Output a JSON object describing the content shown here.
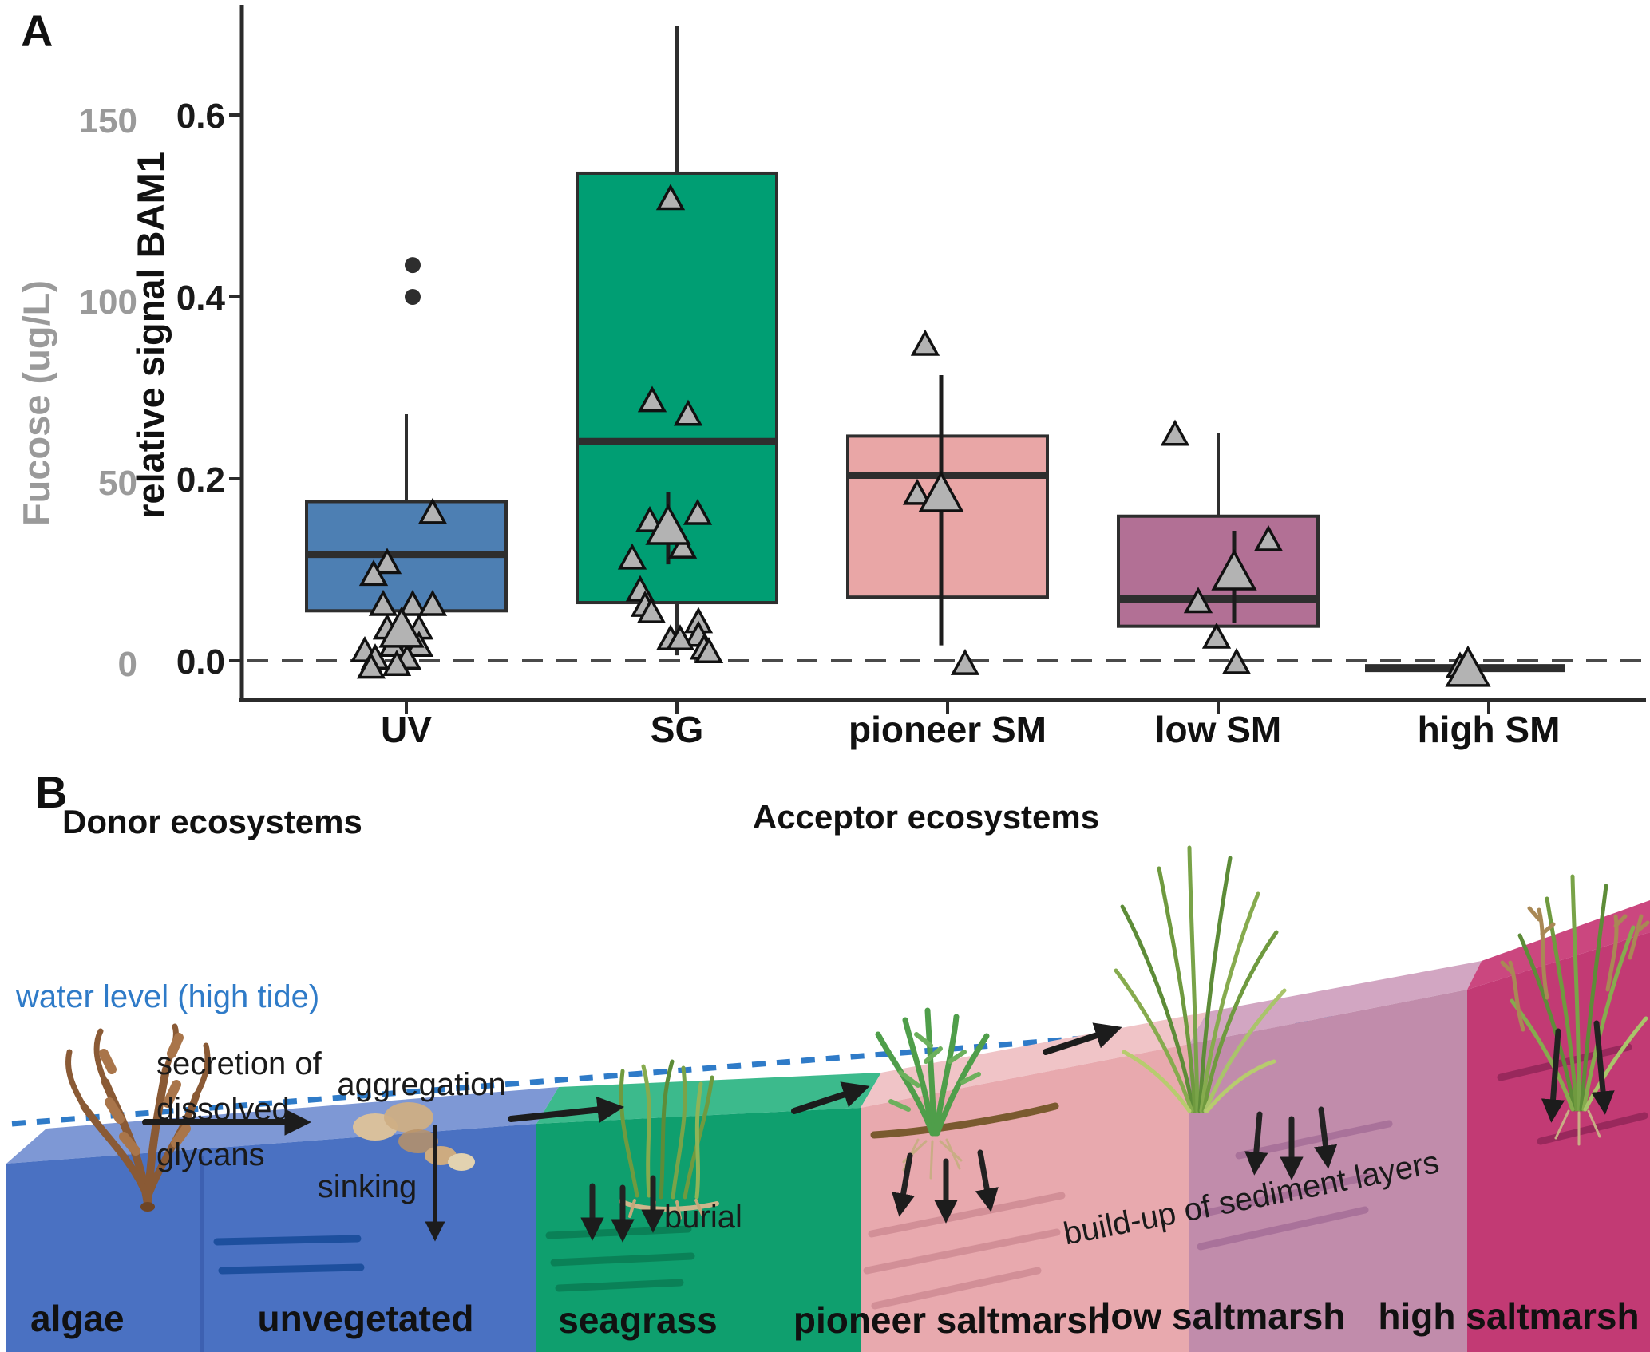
{
  "figure": {
    "panel_a_label": "A",
    "panel_b_label": "B"
  },
  "chart_data": {
    "type": "boxplot",
    "title": "",
    "xlabel": "",
    "ylabel": "relative signal BAM1",
    "ylabel_secondary": "Fucose (ug/L)",
    "ylim": [
      -0.06,
      0.73
    ],
    "yticks": [
      0.0,
      0.2,
      0.4,
      0.6
    ],
    "ytick_labels": [
      "0.6",
      "0.4",
      "0.2",
      "0.0"
    ],
    "yticks_secondary": [
      0,
      50,
      100,
      150
    ],
    "ytick_labels_secondary": [
      "150",
      "100",
      "50",
      "0"
    ],
    "zero_dashed_line": 0.0,
    "grid": false,
    "legend": "none",
    "categories": [
      "UV",
      "SG",
      "pioneer SM",
      "low SM",
      "high SM"
    ],
    "point_color": "#b3b3b3",
    "point_stroke": "#111111",
    "box_stroke": "#2e2e2e",
    "boxes": [
      {
        "category": "UV",
        "color": "#4D7FB3",
        "q1": 0.055,
        "median": 0.117,
        "q3": 0.175,
        "whisker_high": 0.271,
        "whisker_low": null,
        "outlier_dots": [
          0.435,
          0.4
        ],
        "mean": {
          "value": 0.033,
          "err_low": 0.011,
          "err_high": 0.051,
          "dx": -6
        },
        "points": [
          [
            33,
            0.162
          ],
          [
            -24,
            0.107
          ],
          [
            -41,
            0.094
          ],
          [
            -29,
            0.061
          ],
          [
            8,
            0.061
          ],
          [
            33,
            0.061
          ],
          [
            -24,
            0.035
          ],
          [
            16,
            0.035
          ],
          [
            -17,
            0.016
          ],
          [
            16,
            0.016
          ],
          [
            -52,
            0.01
          ],
          [
            -39,
            0.002
          ],
          [
            1,
            0.002
          ],
          [
            -12,
            -0.005
          ],
          [
            -44,
            -0.008
          ]
        ]
      },
      {
        "category": "SG",
        "color": "#009E73",
        "q1": 0.064,
        "median": 0.241,
        "q3": 0.536,
        "whisker_high": 0.698,
        "whisker_low": 0.006,
        "outlier_dots": [],
        "mean": {
          "value": 0.146,
          "err_low": 0.106,
          "err_high": 0.186,
          "dx": -11
        },
        "points": [
          [
            -8,
            0.507
          ],
          [
            -31,
            0.285
          ],
          [
            14,
            0.27
          ],
          [
            26,
            0.161
          ],
          [
            -34,
            0.153
          ],
          [
            7,
            0.124
          ],
          [
            -56,
            0.112
          ],
          [
            -46,
            0.077
          ],
          [
            -40,
            0.06
          ],
          [
            -32,
            0.053
          ],
          [
            27,
            0.042
          ],
          [
            27,
            0.027
          ],
          [
            -8,
            0.023
          ],
          [
            4,
            0.023
          ],
          [
            34,
            0.013
          ],
          [
            40,
            0.009
          ]
        ]
      },
      {
        "category": "pioneer SM",
        "color": "#E9A6A6",
        "q1": 0.07,
        "median": 0.204,
        "q3": 0.247,
        "whisker_high": null,
        "whisker_low": null,
        "outlier_dots": [],
        "mean": {
          "value": 0.182,
          "err_low": 0.017,
          "err_high": 0.314,
          "dx": -8
        },
        "points": [
          [
            -28,
            0.347
          ],
          [
            -38,
            0.183
          ],
          [
            22,
            -0.004
          ]
        ]
      },
      {
        "category": "low SM",
        "color": "#B27095",
        "q1": 0.038,
        "median": 0.068,
        "q3": 0.159,
        "whisker_high": 0.25,
        "whisker_low": null,
        "outlier_dots": [],
        "mean": {
          "value": 0.096,
          "err_low": 0.042,
          "err_high": 0.143,
          "dx": 20
        },
        "points": [
          [
            -54,
            0.248
          ],
          [
            63,
            0.132
          ],
          [
            -25,
            0.064
          ],
          [
            -2,
            0.025
          ],
          [
            23,
            -0.003
          ]
        ]
      },
      {
        "category": "high SM",
        "color": null,
        "q1": null,
        "median": null,
        "q3": null,
        "whisker_high": null,
        "whisker_low": null,
        "flat_bar": {
          "value": -0.008,
          "dx1": -155,
          "dx2": 95
        },
        "outlier_dots": [],
        "mean": {
          "value": -0.01,
          "dx": -26
        },
        "points": [
          [
            -36,
            -0.007
          ]
        ]
      }
    ]
  },
  "panel_b": {
    "donor_heading": "Donor ecosystems",
    "acceptor_heading": "Acceptor ecosystems",
    "water_level_label": "water level (high tide)",
    "water_color": "#2f7bc8",
    "algae_color": "#8a5a35",
    "annotations": {
      "secretion_line1": "secretion of",
      "secretion_line2": "dissolved",
      "secretion_line3": "glycans",
      "aggregation": "aggregation",
      "sinking": "sinking",
      "burial": "burial",
      "buildup": "build-up of sediment layers"
    },
    "blocks": [
      {
        "label": "algae",
        "front": "#4a71c2",
        "top": "#7e98d5",
        "sediment": "#1d4f9e"
      },
      {
        "label": "unvegetated",
        "front": "#4a71c2",
        "top": "#7e98d5",
        "sediment": "#1d4f9e"
      },
      {
        "label": "seagrass",
        "front": "#0f9f6e",
        "top": "#3cba8c",
        "sediment": "#0a8157"
      },
      {
        "label": "pioneer saltmarsh",
        "front": "#e8a9ae",
        "top": "#f0c4c7",
        "sediment": "#d28f97"
      },
      {
        "label": "low saltmarsh",
        "front": "#c18cab",
        "top": "#d2a6c2",
        "sediment": "#a9729a"
      },
      {
        "label": "high saltmarsh",
        "front": "#c23a74",
        "top": "#cb477f",
        "sediment": "#99285c"
      }
    ]
  }
}
